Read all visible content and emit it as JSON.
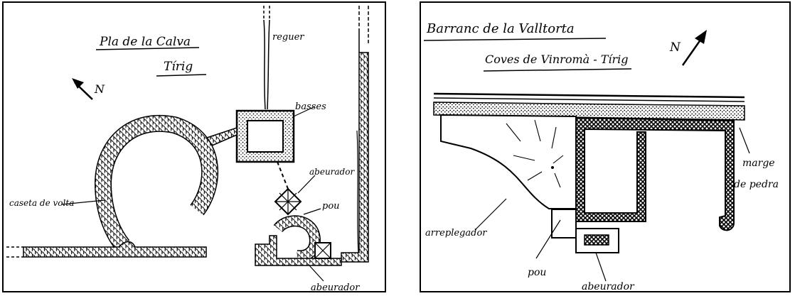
{
  "left_plan": {
    "title": "Pla de la Calva",
    "subtitle": "Tírig",
    "north": "N",
    "labels": {
      "reguer": "reguer",
      "basses": "basses",
      "abeurador_top": "abeurador",
      "pou": "pou",
      "caseta": "caseta de volta",
      "abeurador_bottom": "abeurador"
    }
  },
  "right_plan": {
    "title": "Barranc de la Valltorta",
    "subtitle": "Coves de Vinromà - Tírig",
    "north": "N",
    "labels": {
      "marge_line1": "marge",
      "marge_line2": "de pedra",
      "arreplegador": "arreplegador",
      "pou": "pou",
      "abeurador": "abeurador"
    }
  }
}
